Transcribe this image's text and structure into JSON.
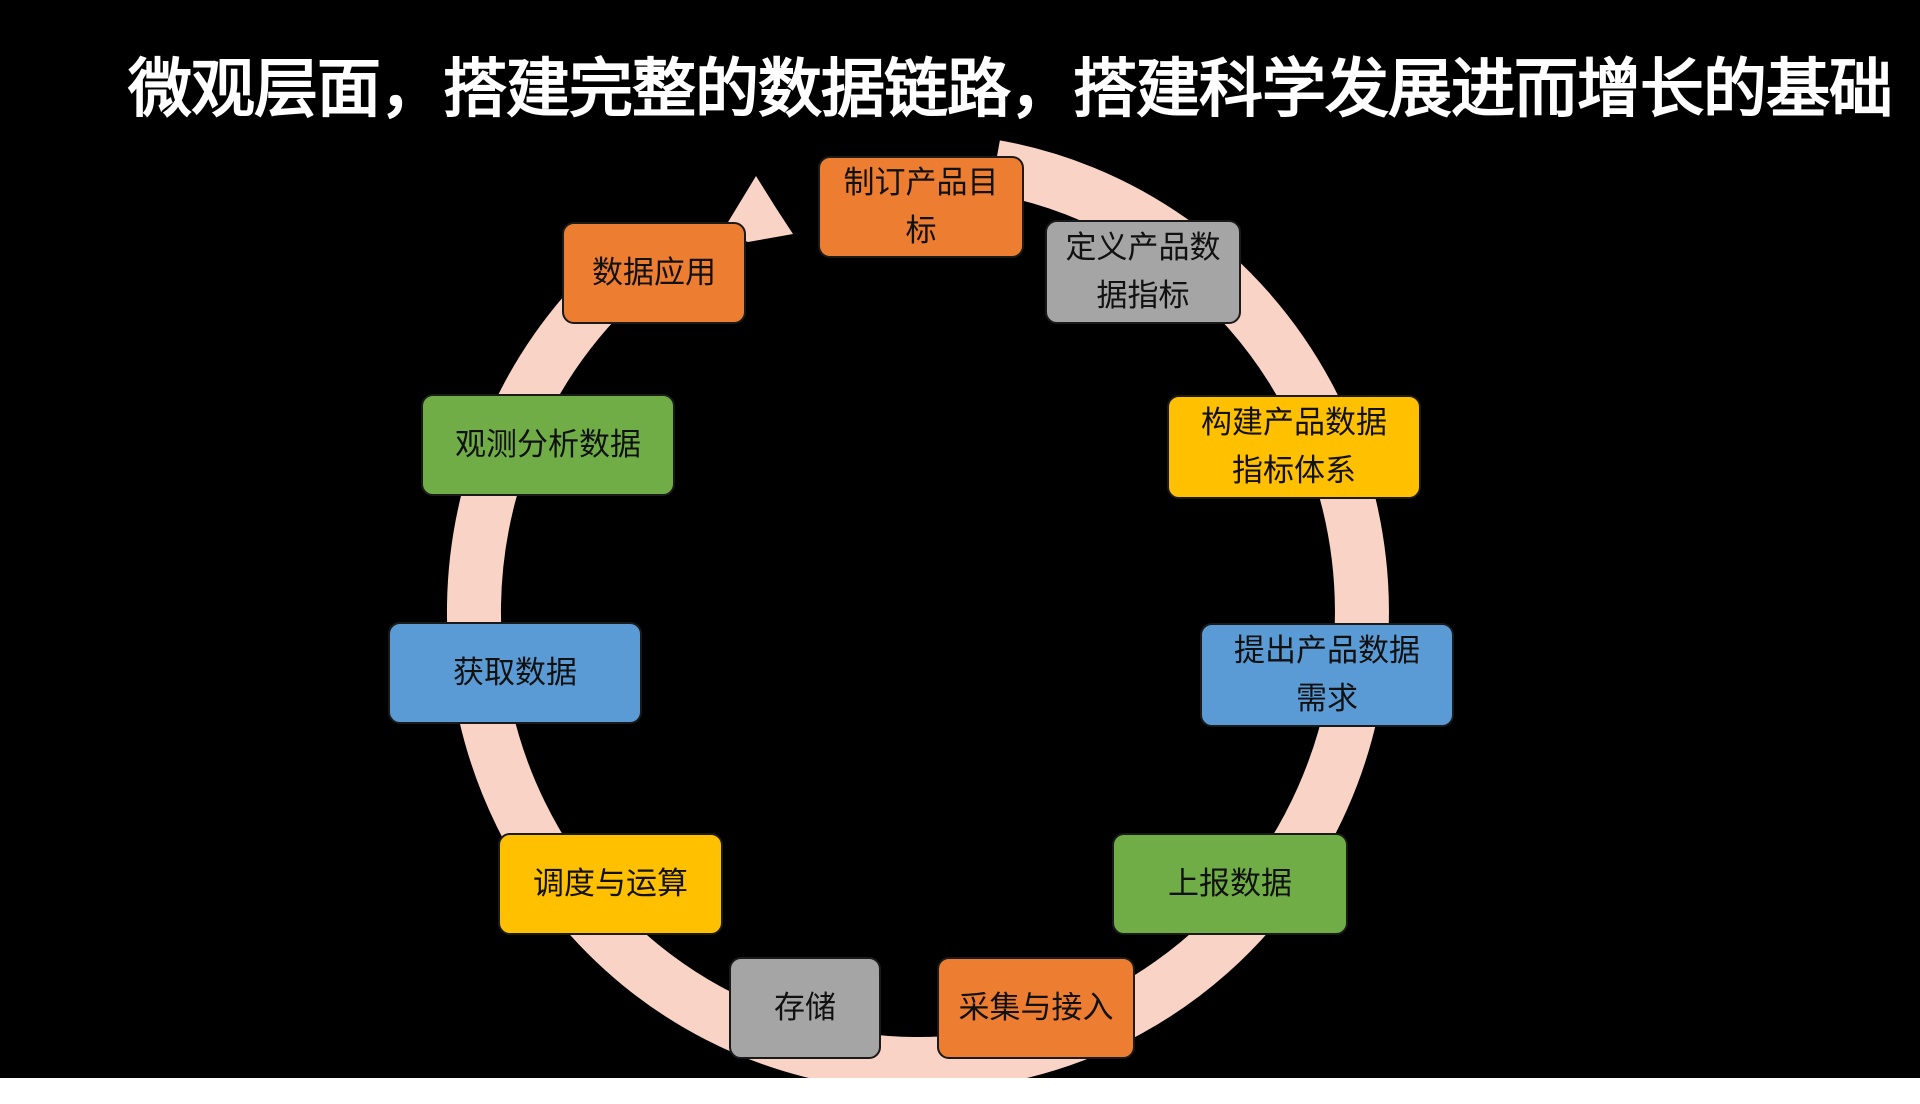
{
  "title": "微观层面，搭建完整的数据链路，搭建科学发展进而增长的基础",
  "colors": {
    "background": "#000000",
    "title_text": "#ffffff",
    "ring": "#f8d3c6",
    "orange": "#ed7d31",
    "gray": "#a5a5a5",
    "yellow": "#ffc000",
    "blue": "#5b9bd5",
    "green": "#70ad47"
  },
  "cycle": {
    "direction": "clockwise",
    "steps": [
      {
        "label": "制订产品目标",
        "lines": [
          "制订产品目",
          "标"
        ],
        "color": "#ed7d31"
      },
      {
        "label": "定义产品数据指标",
        "lines": [
          "定义产品数",
          "据指标"
        ],
        "color": "#a5a5a5"
      },
      {
        "label": "构建产品数据指标体系",
        "lines": [
          "构建产品数据",
          "指标体系"
        ],
        "color": "#ffc000"
      },
      {
        "label": "提出产品数据需求",
        "lines": [
          "提出产品数据",
          "需求"
        ],
        "color": "#5b9bd5"
      },
      {
        "label": "上报数据",
        "lines": [
          "上报数据"
        ],
        "color": "#70ad47"
      },
      {
        "label": "采集与接入",
        "lines": [
          "采集与接入"
        ],
        "color": "#ed7d31"
      },
      {
        "label": "存储",
        "lines": [
          "存储"
        ],
        "color": "#a5a5a5"
      },
      {
        "label": "调度与运算",
        "lines": [
          "调度与运算"
        ],
        "color": "#ffc000"
      },
      {
        "label": "获取数据",
        "lines": [
          "获取数据"
        ],
        "color": "#5b9bd5"
      },
      {
        "label": "观测分析数据",
        "lines": [
          "观测分析数据"
        ],
        "color": "#70ad47"
      },
      {
        "label": "数据应用",
        "lines": [
          "数据应用"
        ],
        "color": "#ed7d31"
      }
    ]
  }
}
